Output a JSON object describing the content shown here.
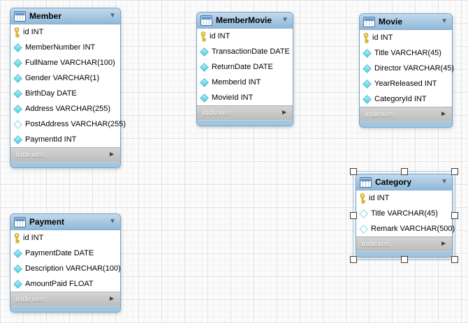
{
  "glyphs": {
    "collapse": "▼",
    "expand": "►"
  },
  "colors": {
    "header_blue_top": "#c2daee",
    "header_blue_bottom": "#8fb8d8",
    "table_border": "#7ba2c4",
    "bottom_strip_blue": "#a2c6e0",
    "footer_gray": "#c6c6c6",
    "key_yellow": "#f2d33c",
    "diamond_cyan": "#44d2e6",
    "grid_minor": "#f1f1f1",
    "grid_major": "#e3e3e3"
  },
  "tables": [
    {
      "name": "Member",
      "title": "Member",
      "selected": false,
      "footer": "Indexes",
      "fields": [
        {
          "icon": "key-icon",
          "text": "id INT"
        },
        {
          "icon": "diamond-filled-icon",
          "text": "MemberNumber INT"
        },
        {
          "icon": "diamond-filled-icon",
          "text": "FullName VARCHAR(100)"
        },
        {
          "icon": "diamond-filled-icon",
          "text": "Gender VARCHAR(1)"
        },
        {
          "icon": "diamond-filled-icon",
          "text": "BirthDay DATE"
        },
        {
          "icon": "diamond-filled-icon",
          "text": "Address VARCHAR(255)"
        },
        {
          "icon": "diamond-hollow-icon",
          "text": "PostAddress VARCHAR(255)"
        },
        {
          "icon": "diamond-filled-icon",
          "text": "PaymentId INT"
        }
      ]
    },
    {
      "name": "MemberMovie",
      "title": "MemberMovie",
      "selected": false,
      "footer": "Indexes",
      "fields": [
        {
          "icon": "key-icon",
          "text": "id INT"
        },
        {
          "icon": "diamond-filled-icon",
          "text": "TransactionDate DATE"
        },
        {
          "icon": "diamond-filled-icon",
          "text": "ReturnDate DATE"
        },
        {
          "icon": "diamond-filled-icon",
          "text": "MemberId INT"
        },
        {
          "icon": "diamond-filled-icon",
          "text": "MovieId INT"
        }
      ]
    },
    {
      "name": "Movie",
      "title": "Movie",
      "selected": false,
      "footer": "Indexes",
      "fields": [
        {
          "icon": "key-icon",
          "text": "id INT"
        },
        {
          "icon": "diamond-filled-icon",
          "text": "Title VARCHAR(45)"
        },
        {
          "icon": "diamond-filled-icon",
          "text": "Director VARCHAR(45)"
        },
        {
          "icon": "diamond-filled-icon",
          "text": "YearReleased INT"
        },
        {
          "icon": "diamond-filled-icon",
          "text": "CategoryId INT"
        }
      ]
    },
    {
      "name": "Category",
      "title": "Category",
      "selected": true,
      "footer": "Indexes",
      "fields": [
        {
          "icon": "key-icon",
          "text": "id INT"
        },
        {
          "icon": "diamond-hollow-icon",
          "text": "Title VARCHAR(45)"
        },
        {
          "icon": "diamond-hollow-icon",
          "text": "Remark VARCHAR(500)"
        }
      ]
    },
    {
      "name": "Payment",
      "title": "Payment",
      "selected": false,
      "footer": "Indexes",
      "fields": [
        {
          "icon": "key-icon",
          "text": "id INT"
        },
        {
          "icon": "diamond-filled-icon",
          "text": "PaymentDate DATE"
        },
        {
          "icon": "diamond-filled-icon",
          "text": "Description VARCHAR(100)"
        },
        {
          "icon": "diamond-filled-icon",
          "text": "AmountPaid FLOAT"
        }
      ]
    }
  ]
}
